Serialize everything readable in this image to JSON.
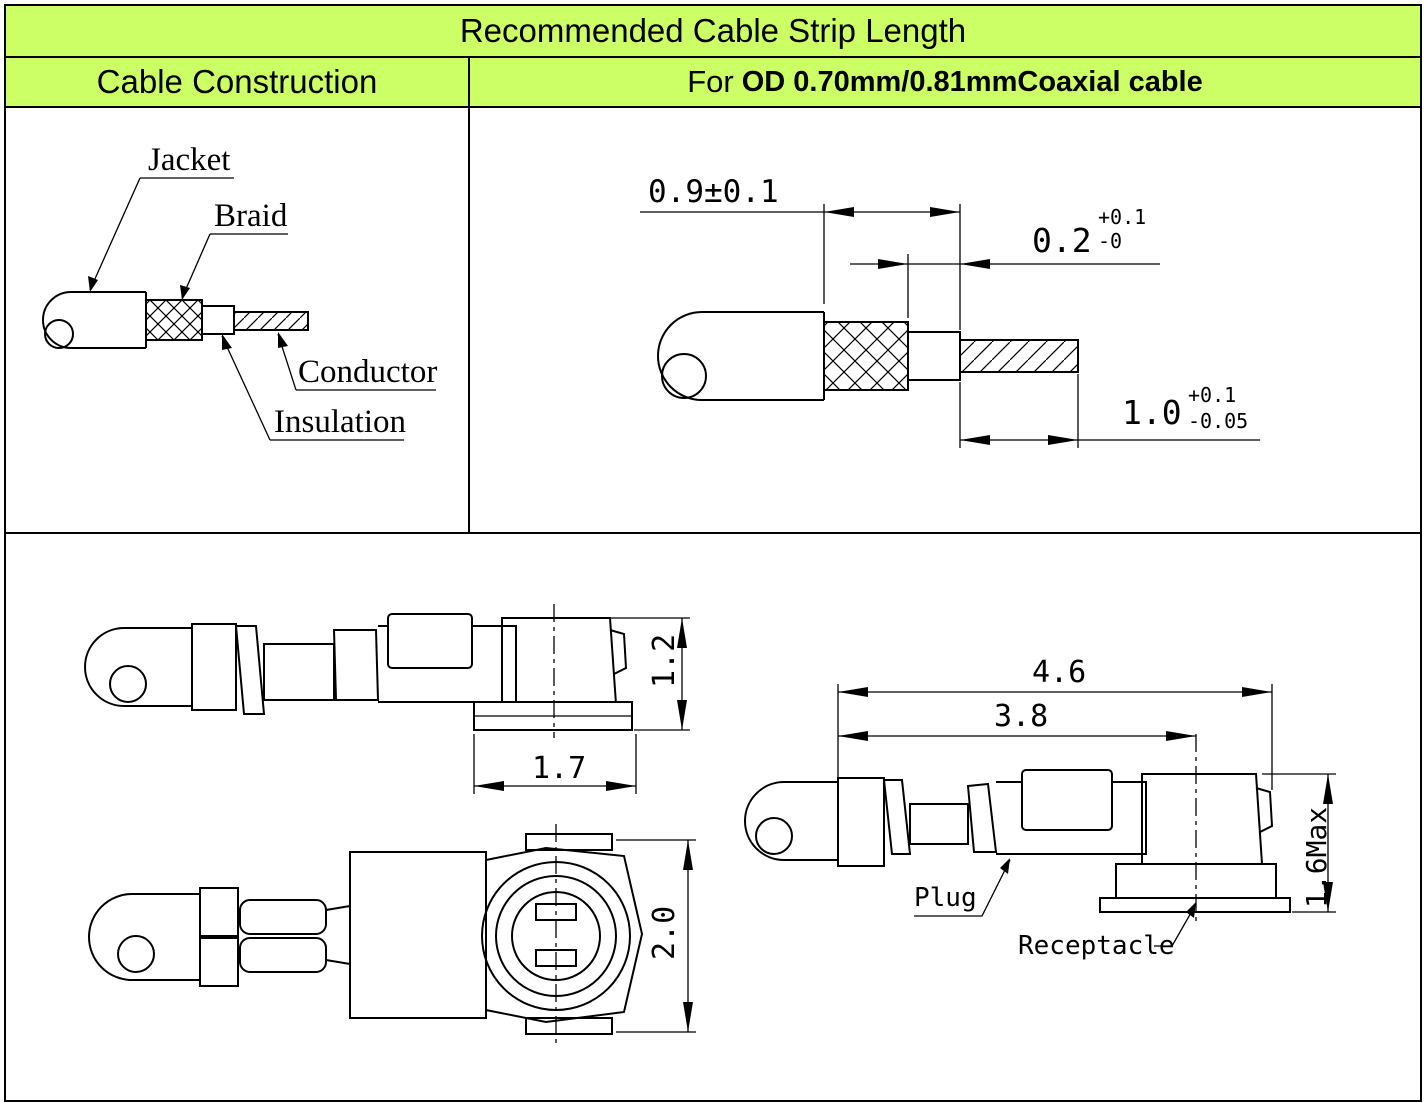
{
  "table": {
    "title": "Recommended Cable Strip Length",
    "col_left_header": "Cable Construction",
    "col_right_header_prefix": "For",
    "col_right_header_bold": "OD 0.70mm/0.81mmCoaxial cable"
  },
  "construction": {
    "jacket": "Jacket",
    "braid": "Braid",
    "conductor": "Conductor",
    "insulation": "Insulation"
  },
  "strip": {
    "dim_a": "0.9±0.1",
    "dim_b_base": "0.2",
    "dim_b_upper": "+0.1",
    "dim_b_lower": "-0",
    "dim_c_base": "1.0",
    "dim_c_upper": "+0.1",
    "dim_c_lower": "-0.05"
  },
  "assembly": {
    "dim_height": "1.2",
    "dim_width": "1.7",
    "dim_diameter": "2.0",
    "dim_total": "4.6",
    "dim_center": "3.8",
    "dim_max_height": "1.6Max",
    "plug": "Plug",
    "receptacle": "Receptacle"
  },
  "colors": {
    "header_bg": "#ccff66",
    "line": "#000000"
  }
}
